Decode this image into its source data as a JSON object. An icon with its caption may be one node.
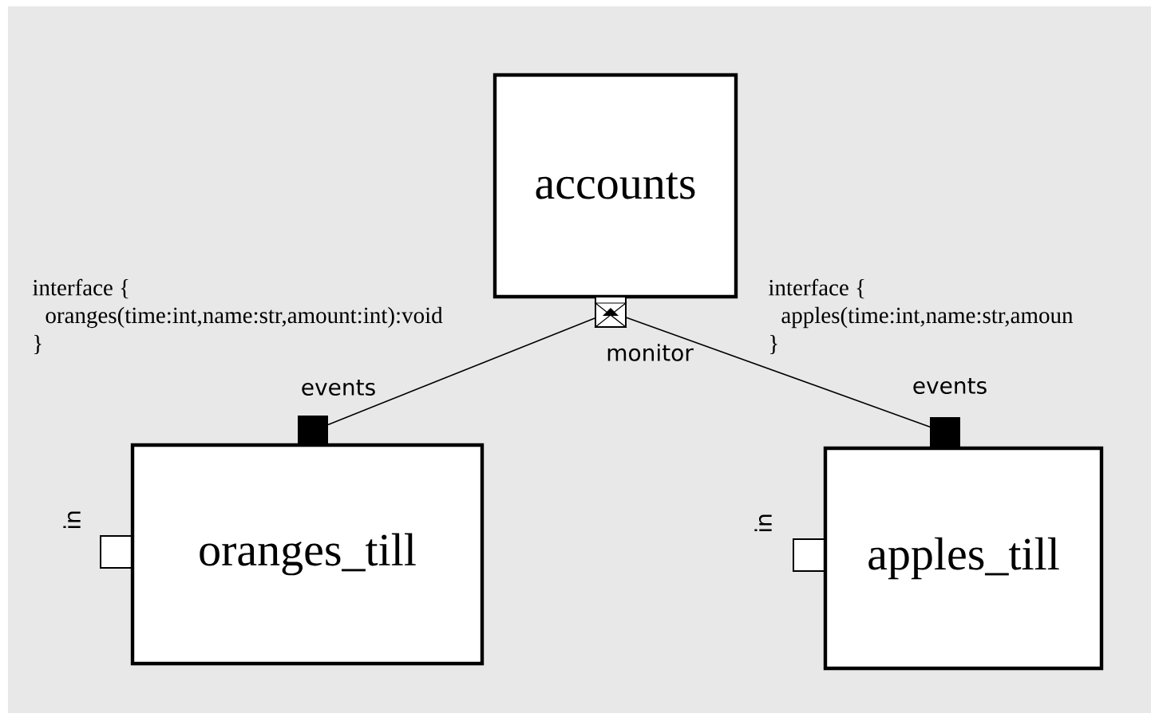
{
  "diagram": {
    "nodes": [
      {
        "text": [
          "accounts"
        ]
      },
      {
        "text": [],
        "shape": "box",
        "beside": [
          "monitor"
        ]
      },
      {
        "text": [],
        "shape": "box",
        "beside": [
          "events"
        ]
      },
      {
        "text": [],
        "shape": "box",
        "beside": [
          "in"
        ]
      },
      {
        "text": [
          "oranges_till"
        ]
      },
      {
        "text": [],
        "shape": "box",
        "beside": [
          "events"
        ]
      },
      {
        "text": [],
        "shape": "box",
        "beside": [
          "in"
        ]
      },
      {
        "text": [
          "apples_till"
        ]
      }
    ],
    "edges": [
      {
        "from": 2,
        "to": 1,
        "arrow": "none"
      },
      {
        "from": 5,
        "to": 1,
        "arrow": "none"
      }
    ],
    "labels": [
      "interface {",
      "oranges(time:int,name:str,amount:int):void",
      "}",
      "interface {",
      "apples(time:int,name:str,amoun",
      "}"
    ]
  }
}
